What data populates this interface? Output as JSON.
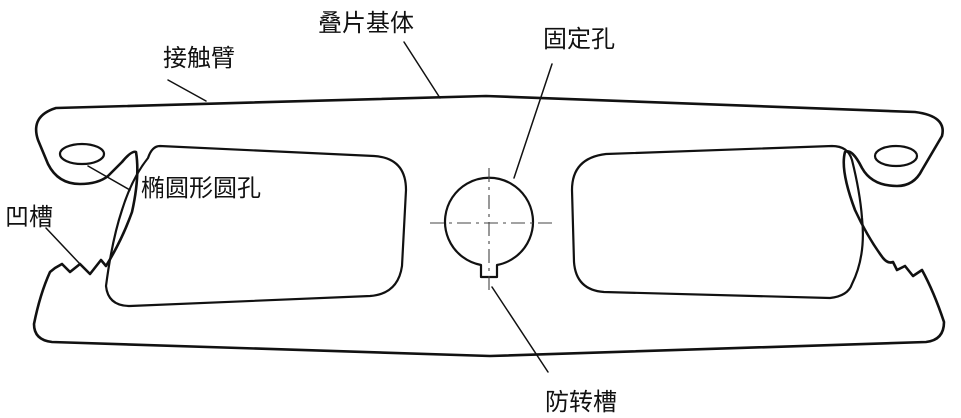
{
  "labels": {
    "contact_arm": "接触臂",
    "lamination_base": "叠片基体",
    "fixing_hole": "固定孔",
    "elliptical_hole": "椭圆形圆孔",
    "groove": "凹槽",
    "anti_rotation_slot": "防转槽"
  },
  "colors": {
    "line": "#111111",
    "background": "#ffffff"
  }
}
